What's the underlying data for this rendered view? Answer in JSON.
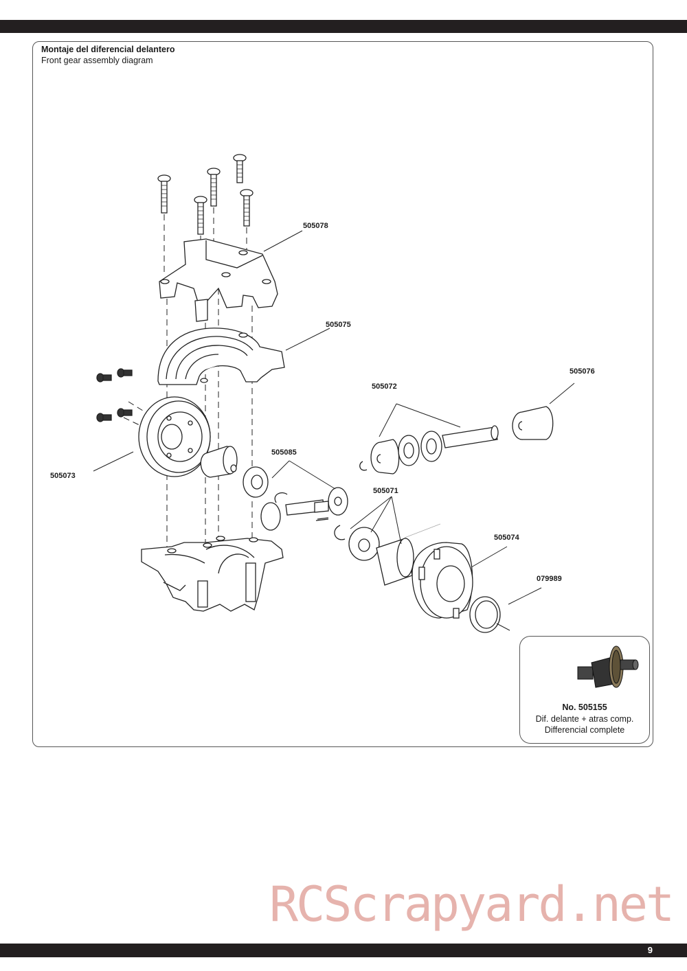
{
  "header": {
    "title_es": "Montaje del diferencial delantero",
    "title_en": "Front gear assembly diagram"
  },
  "parts": [
    {
      "number": "505078"
    },
    {
      "number": "505075"
    },
    {
      "number": "505076"
    },
    {
      "number": "505072"
    },
    {
      "number": "505085"
    },
    {
      "number": "505073"
    },
    {
      "number": "505071"
    },
    {
      "number": "505074"
    },
    {
      "number": "079989"
    }
  ],
  "inset": {
    "part_number": "No. 505155",
    "line1": "Dif. delante + atras comp.",
    "line2": "Differencial complete"
  },
  "watermark": "RCScrapyard.net",
  "page_number": "9",
  "colors": {
    "bar": "#231f20",
    "watermark": "#e6b3ad"
  }
}
